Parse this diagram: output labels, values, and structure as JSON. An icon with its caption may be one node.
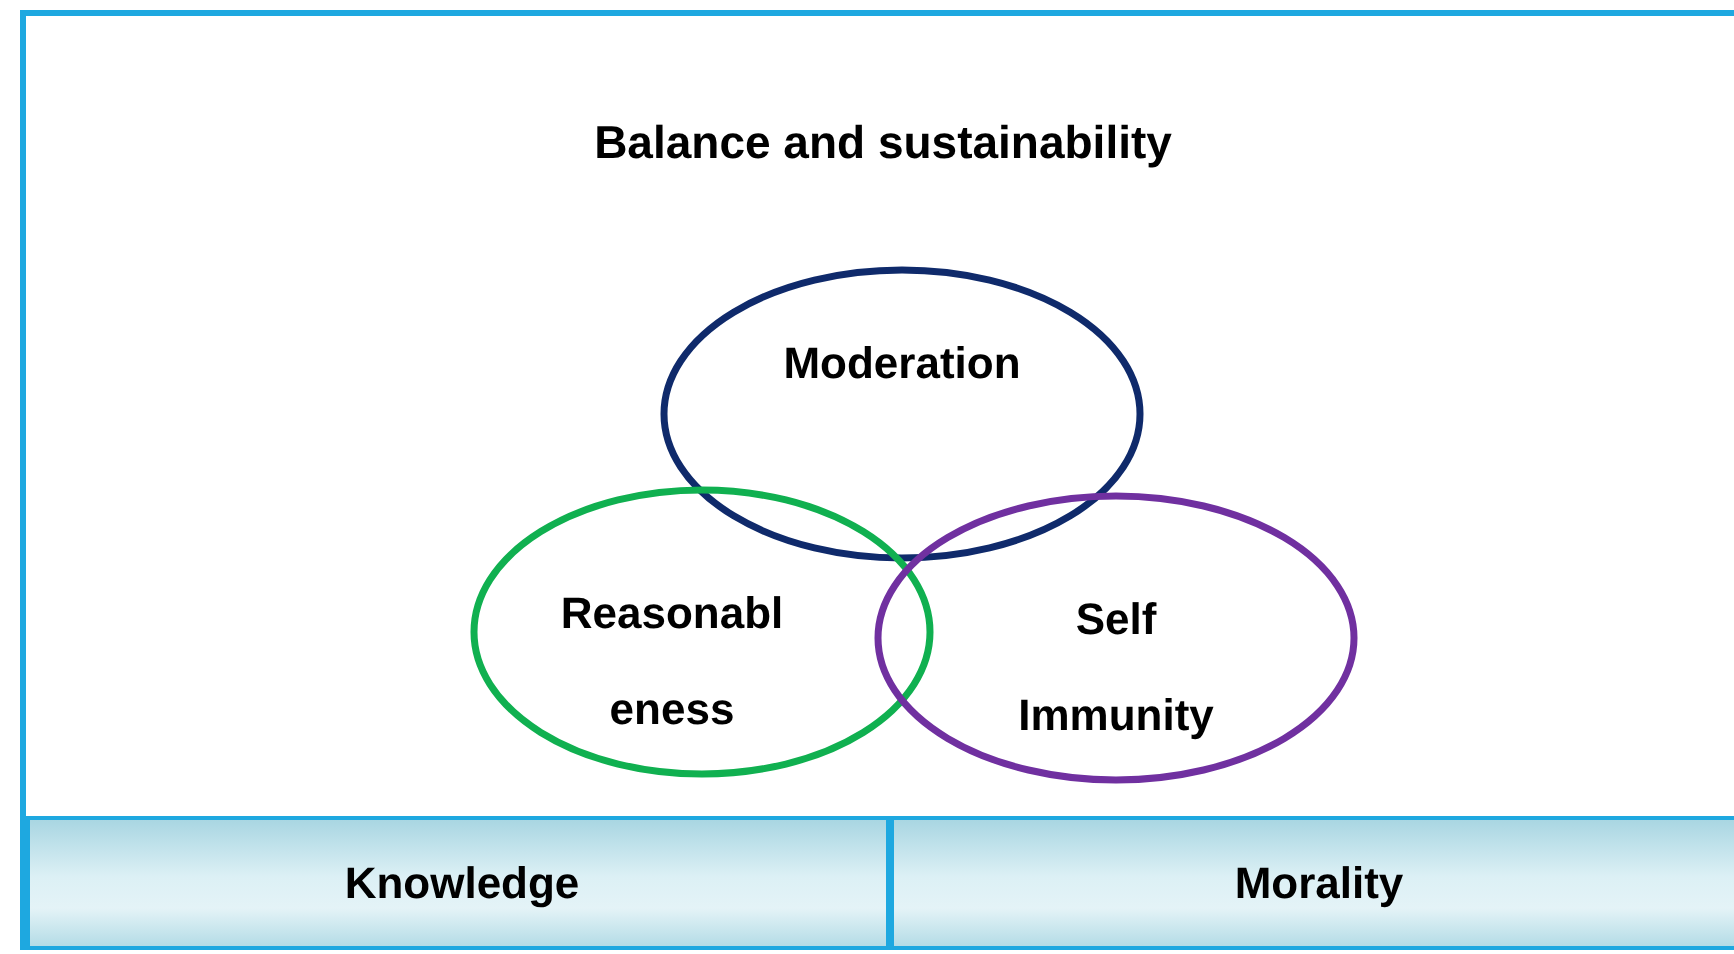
{
  "diagram": {
    "nodes": [
      {
        "text": [
          "Balance and sustainability"
        ]
      },
      {
        "text": [
          "Moderation"
        ],
        "in": 0
      },
      {
        "text": [
          "Reasonabl eness"
        ],
        "in": 0
      },
      {
        "text": [
          "Self Immunity"
        ],
        "in": 0
      },
      {
        "text": [
          "Knowledge"
        ],
        "in": 0
      },
      {
        "text": [
          "Morality"
        ],
        "in": 0
      }
    ]
  }
}
